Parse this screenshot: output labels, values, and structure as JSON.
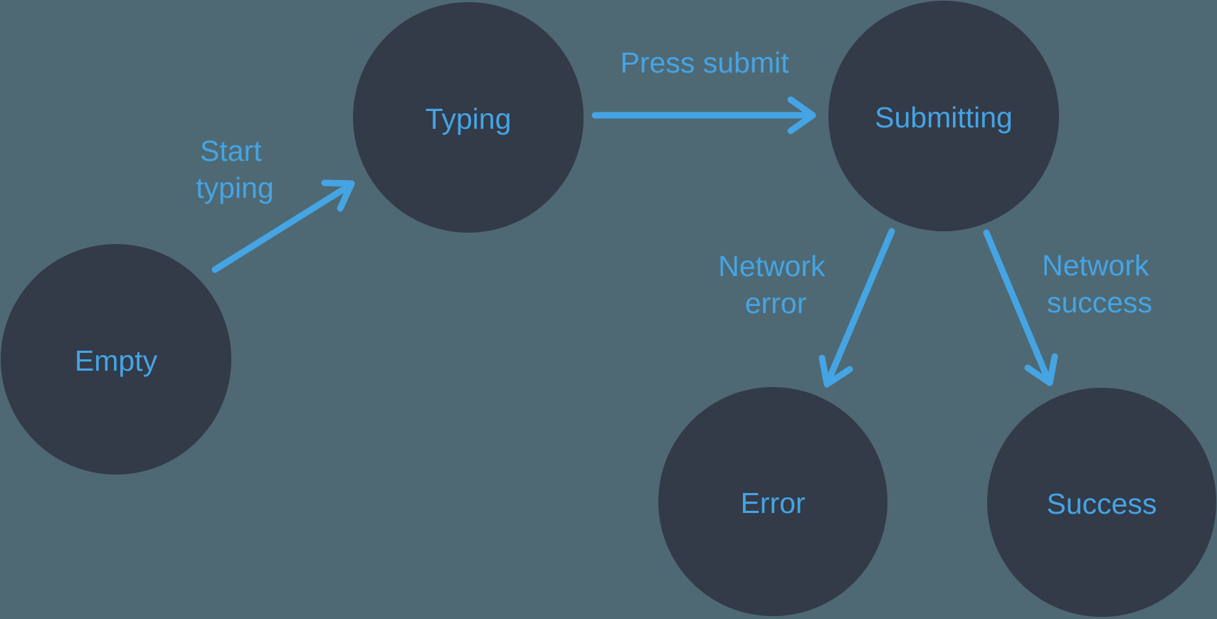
{
  "diagram": {
    "type": "state-machine",
    "colors": {
      "background": "#4e6973",
      "node": "#333a48",
      "accent": "#45a4e4"
    },
    "nodes": [
      {
        "id": "empty",
        "label": "Empty"
      },
      {
        "id": "typing",
        "label": "Typing"
      },
      {
        "id": "submitting",
        "label": "Submitting"
      },
      {
        "id": "error",
        "label": "Error"
      },
      {
        "id": "success",
        "label": "Success"
      }
    ],
    "edges": [
      {
        "id": "start-typing",
        "from": "empty",
        "to": "typing",
        "label_lines": [
          "Start",
          "typing"
        ]
      },
      {
        "id": "press-submit",
        "from": "typing",
        "to": "submitting",
        "label_lines": [
          "Press submit"
        ]
      },
      {
        "id": "network-error",
        "from": "submitting",
        "to": "error",
        "label_lines": [
          "Network",
          "error"
        ]
      },
      {
        "id": "network-success",
        "from": "submitting",
        "to": "success",
        "label_lines": [
          "Network",
          "success"
        ]
      }
    ]
  }
}
